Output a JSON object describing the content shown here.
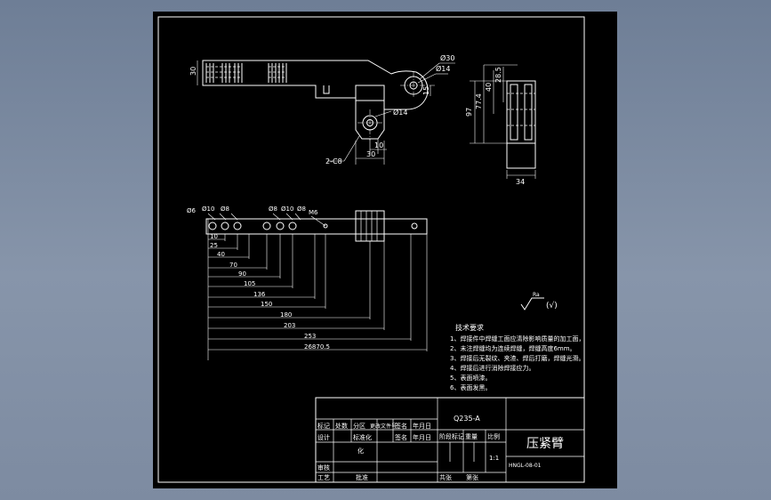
{
  "view1": {
    "dim_30_left": "30",
    "dia_30": "Ø30",
    "dia_14_top": "Ø14",
    "dim_15": "15",
    "dia_14_mid": "Ø14",
    "dim_10": "10",
    "dim_30_bottom": "30",
    "chamfer": "2-C8"
  },
  "side_view": {
    "dim_97": "97",
    "dim_77_4": "77.4",
    "dim_40": "40",
    "dim_28_5": "28.5",
    "dim_34": "34"
  },
  "bottom_view": {
    "dia_6": "Ø6",
    "dia_10_a": "Ø10",
    "dia_8_a": "Ø8",
    "dia_8_b": "Ø8",
    "dia_10_b": "Ø10",
    "dia_8_c": "Ø8",
    "m6": "M6",
    "dims": [
      "10",
      "25",
      "40",
      "70",
      "90",
      "105",
      "136",
      "150",
      "180",
      "203",
      "253",
      "26870.5"
    ]
  },
  "roughness": "Ra",
  "tech_requirements": {
    "title": "技术要求",
    "items": [
      "1、焊接件中焊缝工面应清除影响质量的加工面，",
      "2、未注焊缝均为连续焊缝，焊缝高度6mm。",
      "3、焊接后无裂纹、夹渣、焊后打磨，焊缝光滑。",
      "4、焊接后进行消除焊接应力。",
      "5、表面喷漆。",
      "6、表面发黑。"
    ]
  },
  "title_block": {
    "material": "Q235-A",
    "part_name": "压紧臂",
    "drawing_no": "HNGL-08-01",
    "scale_value": "1:1",
    "row1": [
      "标记",
      "处数",
      "分区",
      "更改文件号",
      "签名",
      "年月日"
    ],
    "row2": [
      "设计",
      "标准化",
      "签名",
      "年月日"
    ],
    "row3_label": "阶段标记",
    "row3_weight": "重量",
    "row3_scale": "比例",
    "review": "审核",
    "process": "工艺",
    "approve": "批准",
    "sheet_total": "共张",
    "sheet_no": "第张",
    "chem": "化"
  }
}
